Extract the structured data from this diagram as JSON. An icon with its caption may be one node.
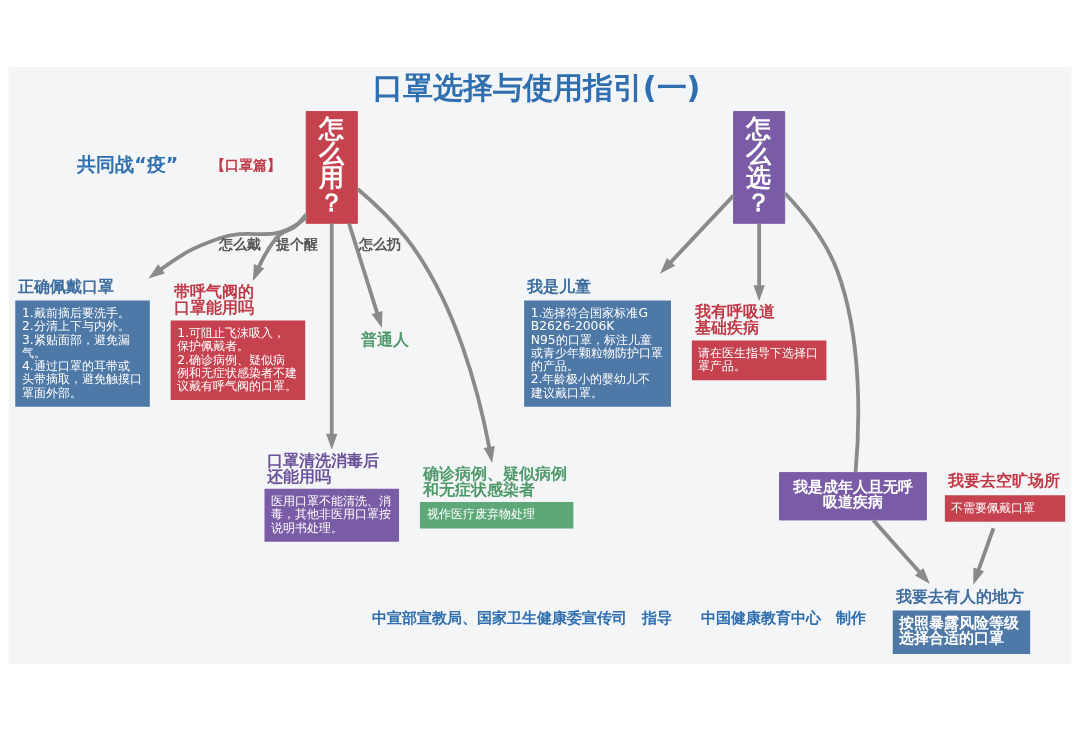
{
  "diagram": {
    "title": "口罩选择与使用指引(一)",
    "nodes": [
      {
        "text": [
          "怎么用？"
        ]
      },
      {
        "text": [
          "正确佩戴口罩",
          "1.戴前摘后要洗手。",
          "2.分清上下与内外。",
          "3.紧贴面部，避免漏气。",
          "4.通过口罩的耳带或头带摘取，避免触摸口罩面外部。"
        ]
      },
      {
        "text": [
          "带呼气阀的口罩能用吗",
          "1.可阻止飞沫吸入，保护佩戴者。",
          "2.确诊病例、疑似病例和无症状感染者不建议戴有呼气阀的口罩。"
        ]
      },
      {
        "text": [
          "口罩清洗消毒后还能用吗",
          "医用口罩不能清洗、消毒，其他非医用口罩按说明书处理。"
        ]
      },
      {
        "text": [
          "普通人"
        ]
      },
      {
        "text": [
          "确诊病例、疑似病例和无症状感染者",
          "视作医疗废弃物处理"
        ]
      },
      {
        "text": [
          "怎么选？"
        ]
      },
      {
        "text": [
          "我是儿童",
          "1.选择符合国家标准GB2626-2006KN95的口罩，标注儿童或青少年颗粒物防护口罩的产品。",
          "2.年龄极小的婴幼儿不建议戴口罩。"
        ]
      },
      {
        "text": [
          "我有呼吸道基础疾病",
          "请在医生指导下选择口罩产品。"
        ]
      },
      {
        "text": [
          "我是成年人且无呼吸道疾病"
        ]
      },
      {
        "text": [
          "我要去空旷场所",
          "不需要佩戴口罩"
        ]
      },
      {
        "text": [
          "我要去有人的地方",
          "按照暴露风险等级选择合适的口罩"
        ]
      }
    ],
    "edges": [
      {
        "from": 0,
        "to": 1,
        "arrow": "to",
        "label": "怎么戴"
      },
      {
        "from": 0,
        "to": 2,
        "arrow": "to",
        "label": "提个醒"
      },
      {
        "from": 0,
        "to": 3,
        "arrow": "to"
      },
      {
        "from": 0,
        "to": 4,
        "arrow": "to",
        "label": "怎么扔"
      },
      {
        "from": 0,
        "to": 5,
        "arrow": "to"
      },
      {
        "from": 6,
        "to": 7,
        "arrow": "to"
      },
      {
        "from": 6,
        "to": 8,
        "arrow": "to"
      },
      {
        "from": 6,
        "to": 9,
        "arrow": "none"
      },
      {
        "from": 9,
        "to": 11,
        "arrow": "to"
      },
      {
        "from": 10,
        "to": 11,
        "arrow": "to"
      }
    ],
    "labels": [
      "共同战“疫”",
      "【口罩篇】",
      "中宣部宣教局、国家卫生健康委宣传司　指导",
      "中国健康教育中心　制作"
    ]
  }
}
